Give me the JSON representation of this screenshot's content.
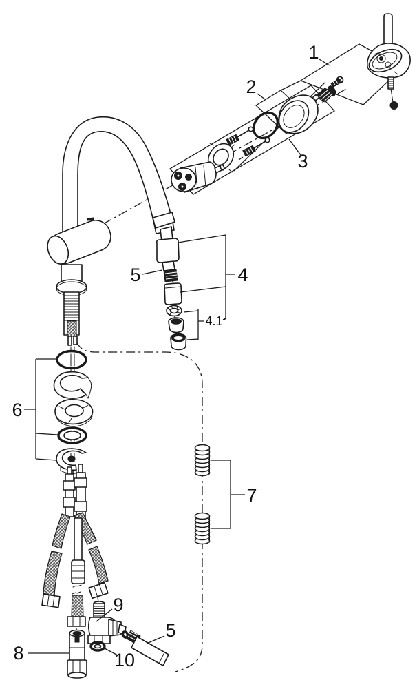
{
  "diagram": {
    "background": "#ffffff",
    "line_color": "#1a1a1a",
    "labels": {
      "part1": "1",
      "part2": "2",
      "part3": "3",
      "part4": "4",
      "part4_1": "4.1",
      "part5_upper": "5",
      "part5_lower": "5",
      "part6": "6",
      "part7": "7",
      "part8": "8",
      "part9": "9",
      "part10": "10"
    }
  }
}
